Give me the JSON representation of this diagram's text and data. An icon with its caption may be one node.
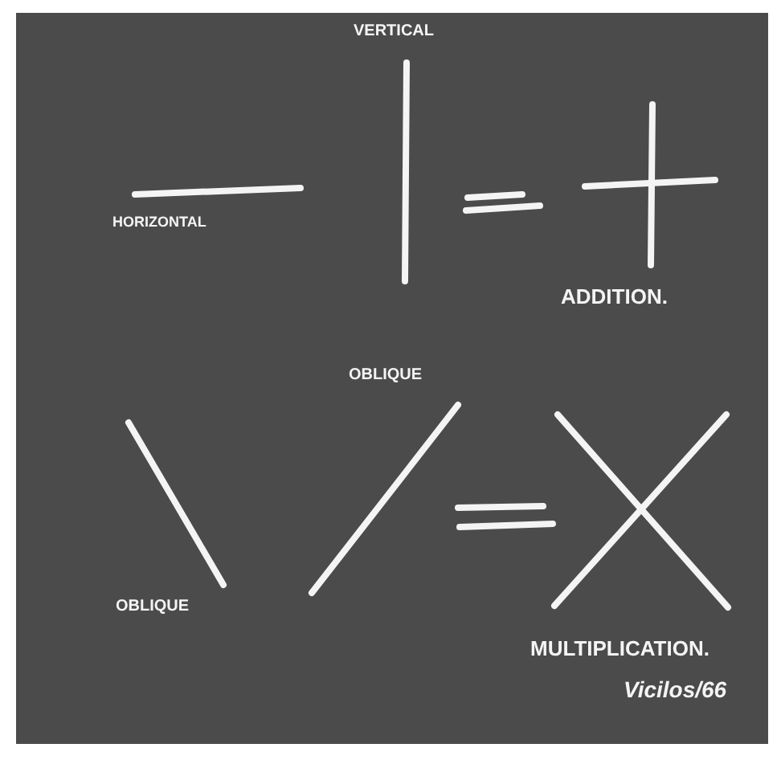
{
  "diagram": {
    "labels": [
      "VERTICAL",
      "HORIZONTAL",
      "ADDITION.",
      "OBLIQUE",
      "OBLIQUE",
      "MULTIPLICATION.",
      "Vicilos/66"
    ]
  }
}
